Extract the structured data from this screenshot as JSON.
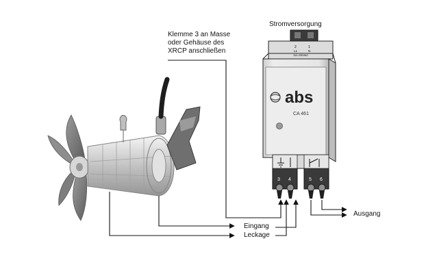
{
  "labels": {
    "power_supply": "Stromversorgung",
    "note": [
      "Klemme 3 an Masse",
      "oder Gehäuse des",
      "XRCP anschließen"
    ],
    "input": "Eingang",
    "leakage": "Leckage",
    "output": "Ausgang"
  },
  "device": {
    "brand": "abs",
    "model": "CA 461",
    "top_terminals": [
      "2",
      "1"
    ],
    "top_terminal_marks": [
      "L1",
      "N"
    ],
    "top_voltage": "110-230VAC",
    "bottom_terminals": [
      "3",
      "4",
      "5",
      "6"
    ]
  },
  "colors": {
    "line": "#111111",
    "device_body": "#e9e9e9",
    "device_shade": "#c9c9c9",
    "terminal": "#3a3a3a"
  }
}
